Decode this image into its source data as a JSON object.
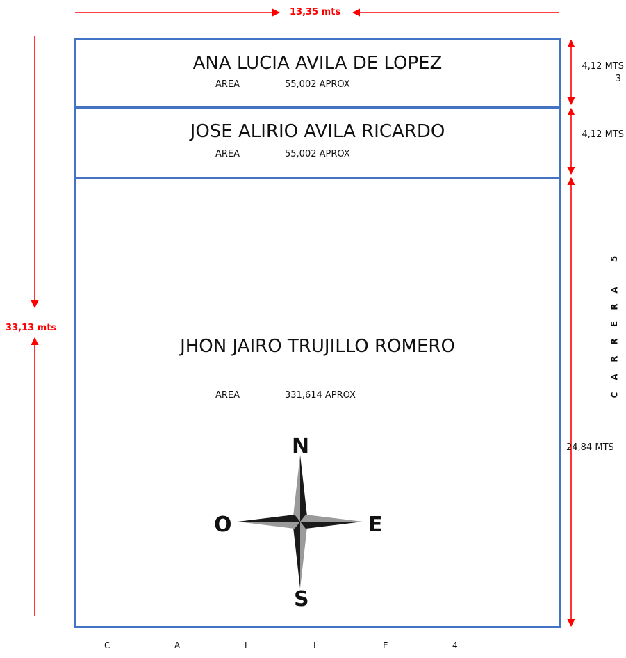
{
  "colors": {
    "border": "#4472c4",
    "dimension": "#ff0000",
    "text": "#111111"
  },
  "top_dimension": "13,35 mts",
  "left_dimension": "33,13 mts",
  "lots": [
    {
      "owner": "ANA LUCIA AVILA DE LOPEZ",
      "area_label": "AREA",
      "area_value": "55,002 APROX"
    },
    {
      "owner": "JOSE ALIRIO AVILA RICARDO",
      "area_label": "AREA",
      "area_value": "55,002 APROX"
    },
    {
      "owner": "JHON JAIRO TRUJILLO ROMERO",
      "area_label": "AREA",
      "area_value": "331,614 APROX"
    }
  ],
  "right_dimensions": {
    "lot1": "4,12 MTS",
    "lot1_extra": "3",
    "lot2": "4,12 MTS",
    "lot3": "24,84 MTS"
  },
  "carrera_letters": [
    "C",
    "A",
    "R",
    "R",
    "E",
    "R",
    "A",
    "5"
  ],
  "calle_letters": [
    "C",
    "A",
    "L",
    "L",
    "E",
    "4"
  ],
  "compass": {
    "north": "N",
    "south": "S",
    "east": "E",
    "west": "O",
    "icon": "compass-rose-icon"
  }
}
